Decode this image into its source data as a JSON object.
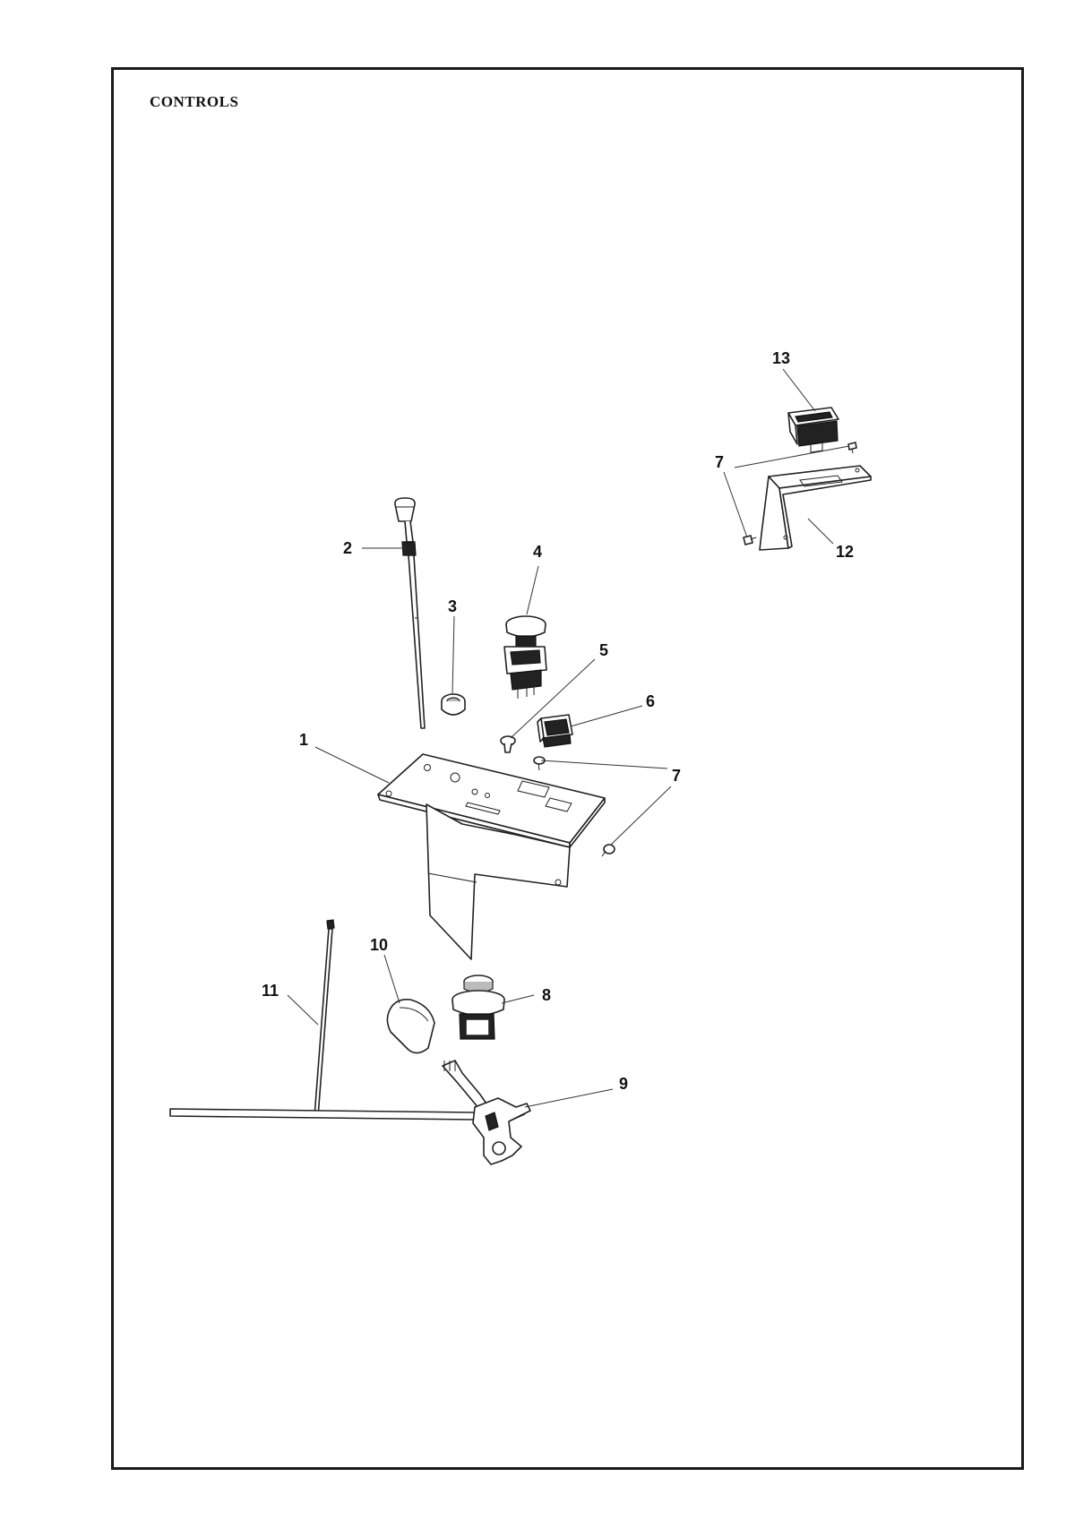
{
  "page": {
    "title": "CONTROLS"
  },
  "callouts": [
    {
      "id": "c1",
      "label": "1"
    },
    {
      "id": "c2",
      "label": "2"
    },
    {
      "id": "c3",
      "label": "3"
    },
    {
      "id": "c4",
      "label": "4"
    },
    {
      "id": "c5",
      "label": "5"
    },
    {
      "id": "c6",
      "label": "6"
    },
    {
      "id": "c7a",
      "label": "7"
    },
    {
      "id": "c7b",
      "label": "7"
    },
    {
      "id": "c8",
      "label": "8"
    },
    {
      "id": "c9",
      "label": "9"
    },
    {
      "id": "c10",
      "label": "10"
    },
    {
      "id": "c11",
      "label": "11"
    },
    {
      "id": "c12",
      "label": "12"
    },
    {
      "id": "c13",
      "label": "13"
    }
  ]
}
